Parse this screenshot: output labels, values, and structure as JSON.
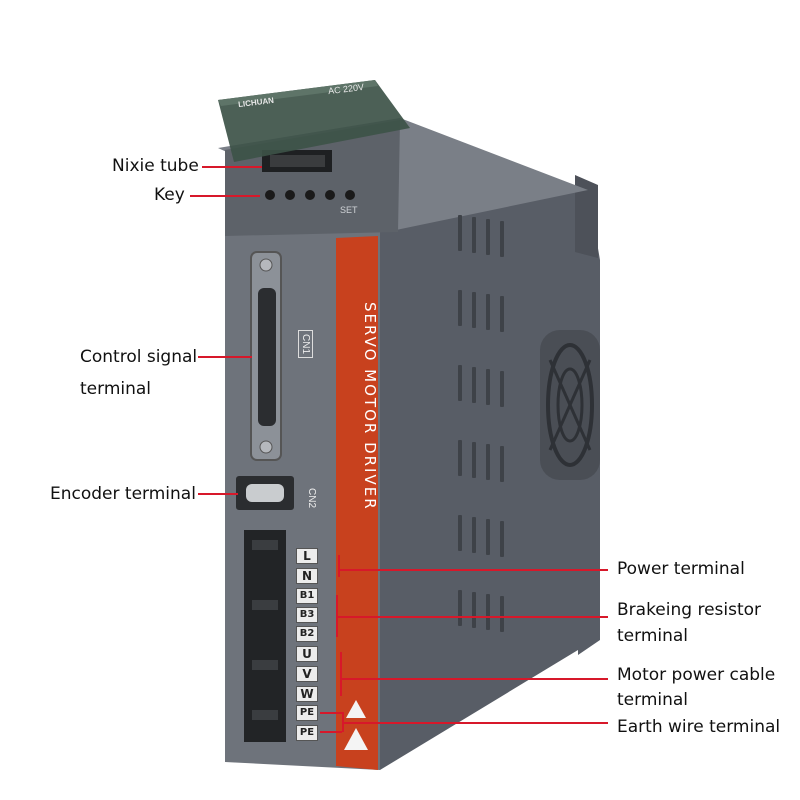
{
  "device": {
    "brand": "LICHUAN",
    "voltage": "AC 220V",
    "key_label": "SET",
    "model_text": "SERVO MOTOR DRIVER",
    "connector_cn1": "CN1",
    "connector_cn2": "CN2",
    "terminals": [
      "L",
      "N",
      "B1",
      "B3",
      "B2",
      "U",
      "V",
      "W",
      "PE",
      "PE"
    ]
  },
  "callouts": {
    "nixie_tube": "Nixie tube",
    "key": "Key",
    "control_signal_line1": "Control signal",
    "control_signal_line2": "terminal",
    "encoder": "Encoder terminal",
    "power": "Power terminal",
    "braking_line1": "Brakeing resistor",
    "braking_line2": "terminal",
    "motor_power_line1": "Motor power cable",
    "motor_power_line2": "terminal",
    "earth": "Earth wire terminal"
  },
  "colors": {
    "body": "#6b7079",
    "side": "#575c64",
    "stripe": "#c8411e",
    "leader": "#d7182a",
    "cover": "#4a5a50"
  }
}
